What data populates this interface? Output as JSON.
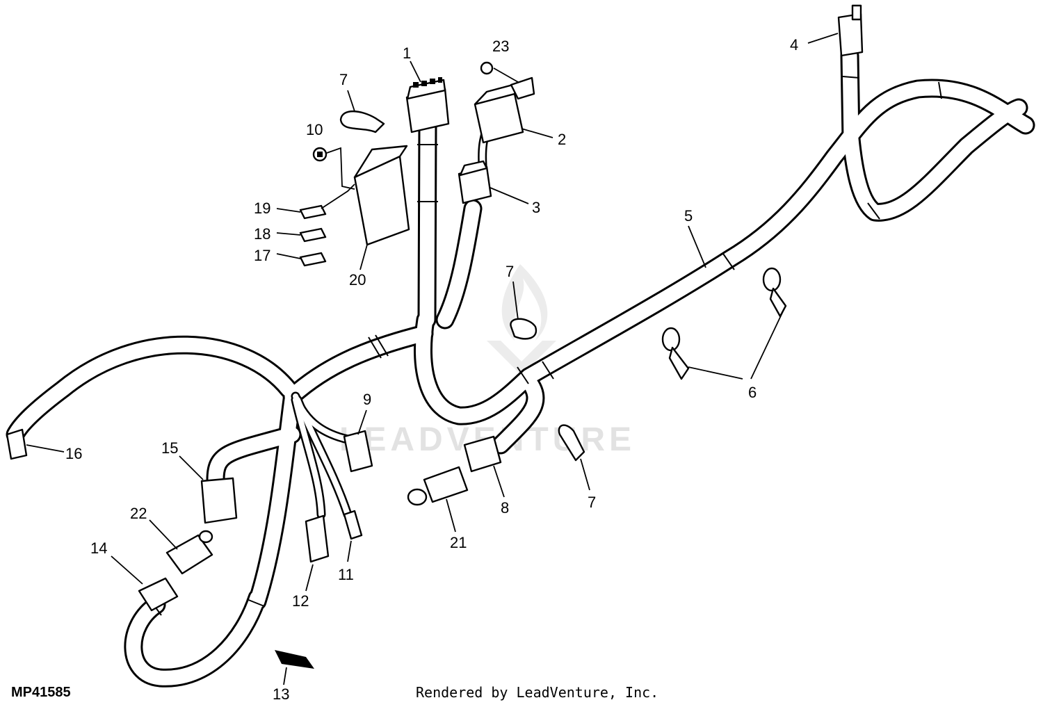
{
  "figure_id": "MP41585",
  "credit": "Rendered by LeadVenture, Inc.",
  "watermark": "LEADVENTURE",
  "callouts": [
    "1",
    "2",
    "3",
    "4",
    "5",
    "6",
    "7",
    "7",
    "7",
    "8",
    "9",
    "10",
    "11",
    "12",
    "13",
    "14",
    "15",
    "16",
    "17",
    "18",
    "19",
    "20",
    "21",
    "22",
    "23"
  ]
}
